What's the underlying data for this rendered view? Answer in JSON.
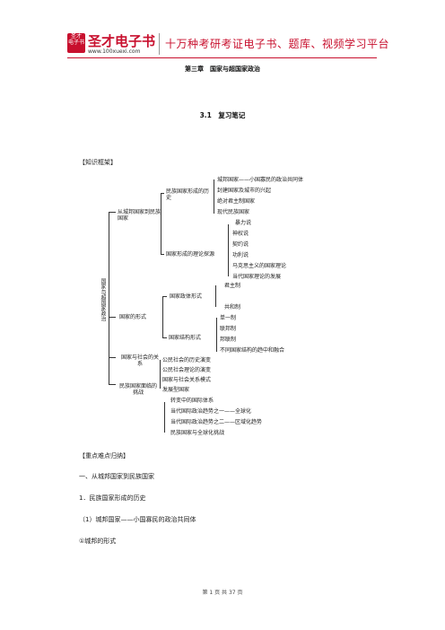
{
  "header": {
    "logo_top": "圣才",
    "logo_bottom": "电子书",
    "brand": "圣才电子书",
    "url": "www.100xuexi.com",
    "slogan": "十万种考研考证电子书、题库、视频学习平台"
  },
  "chapter_title": "第三章　国家与超国家政治",
  "section_title": "3.1　复习笔记",
  "framework_label": "【知识框架】",
  "mindmap": {
    "root": "国家与超国家政治",
    "branches": {
      "b1": "从城邦国家到民族国家",
      "b2": "国家的形式",
      "b3": "国家与社会的关系",
      "b4": "民族国家面临的挑战"
    },
    "sub": {
      "s1": "民族国家形成的历史",
      "s2": "国家形成的理论探源",
      "s3": "国家政体形式",
      "s4": "国家结构形式"
    },
    "leaves": {
      "l1": "城邦国家——小国寡民的政治共同体",
      "l2": "封建国家及城市的兴起",
      "l3": "绝对君主制国家",
      "l4": "现代民族国家",
      "l5": "暴力说",
      "l6": "神权说",
      "l7": "契约说",
      "l8": "功利说",
      "l9": "马克思主义的国家理论",
      "l10": "当代国家理论的发展",
      "l11": "君主制",
      "l12": "共和制",
      "l13": "单一制",
      "l14": "联邦制",
      "l15": "邦联制",
      "l16": "不同国家结构的趋中和融合",
      "l17": "公民社会的历史演变",
      "l18": "公民社会理论的演变",
      "l19": "国家与社会关系模式",
      "l20": "发展型国家",
      "l21": "转变中的国际体系",
      "l22": "当代国际政治趋势之一——全球化",
      "l23": "当代国际政治趋势之二——区域化趋势",
      "l24": "民族国家与全球化挑战"
    }
  },
  "keypoints_label": "【重点难点归纳】",
  "h1": "一、从城邦国家到民族国家",
  "h2": "1．民族国家形成的历史",
  "h3": "（1）城邦国家——小国寡民的政治共同体",
  "h4": "①城邦的形式",
  "footer": "第 1 页 共 37 页"
}
